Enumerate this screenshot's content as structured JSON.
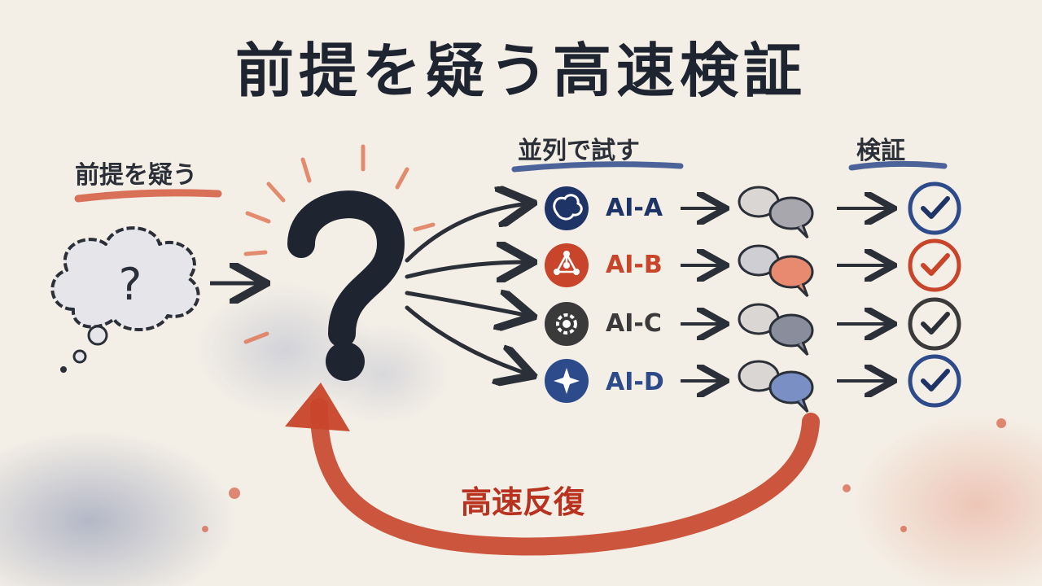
{
  "title": "前提を疑う高速検証",
  "labels": {
    "question": "前提を疑う",
    "parallel": "並列で試す",
    "verify": "検証",
    "iterate": "高速反復"
  },
  "agents": [
    {
      "name": "AI-A",
      "icon": "brain-icon",
      "color": "#1f3466"
    },
    {
      "name": "AI-B",
      "icon": "network-icon",
      "color": "#c8442a"
    },
    {
      "name": "AI-C",
      "icon": "gear-icon",
      "color": "#3a3a3a"
    },
    {
      "name": "AI-D",
      "icon": "sparkle-icon",
      "color": "#2d4a8a"
    }
  ],
  "colors": {
    "ink": "#1e2430",
    "red": "#c8442a",
    "navy": "#1f3466"
  }
}
